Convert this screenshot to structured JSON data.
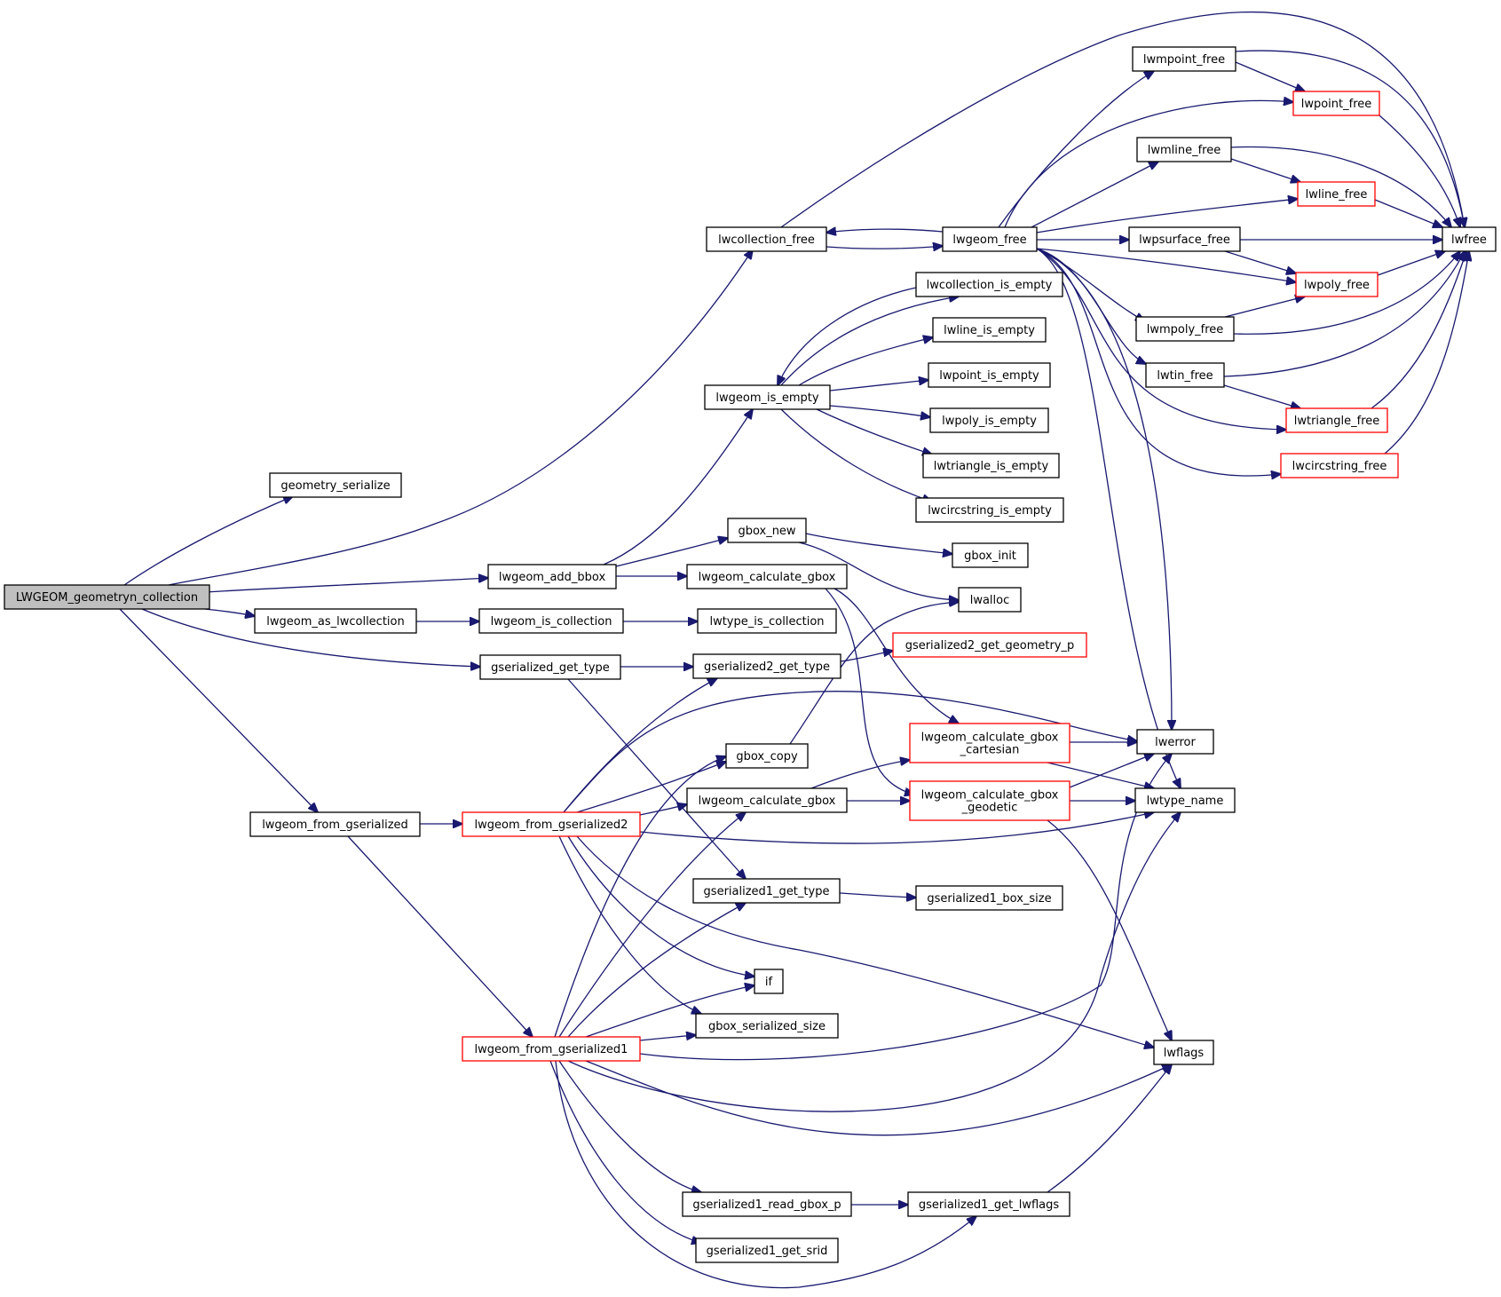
{
  "graph": {
    "colors": {
      "edge": "#191970",
      "node_border": "#000000",
      "node_border_red": "#ff0000",
      "root_fill": "#bfbfbf",
      "background": "#ffffff"
    },
    "nodes": [
      {
        "id": "root",
        "label": "LWGEOM_geometryn_collection",
        "root": true
      },
      {
        "id": "geometry_serialize",
        "label": "geometry_serialize"
      },
      {
        "id": "lwcollection_free",
        "label": "lwcollection_free"
      },
      {
        "id": "lwgeom_add_bbox",
        "label": "lwgeom_add_bbox"
      },
      {
        "id": "lwgeom_as_lwcollection",
        "label": "lwgeom_as_lwcollection"
      },
      {
        "id": "gserialized_get_type",
        "label": "gserialized_get_type"
      },
      {
        "id": "lwgeom_from_gserialized",
        "label": "lwgeom_from_gserialized"
      },
      {
        "id": "lwgeom_from_gserialized2",
        "label": "lwgeom_from_gserialized2",
        "red": true
      },
      {
        "id": "lwgeom_from_gserialized1",
        "label": "lwgeom_from_gserialized1",
        "red": true
      },
      {
        "id": "lwgeom_is_empty",
        "label": "lwgeom_is_empty"
      },
      {
        "id": "gbox_new",
        "label": "gbox_new"
      },
      {
        "id": "lwgeom_calculate_gbox1",
        "label": "lwgeom_calculate_gbox"
      },
      {
        "id": "lwgeom_is_collection",
        "label": "lwgeom_is_collection"
      },
      {
        "id": "gserialized2_get_type",
        "label": "gserialized2_get_type"
      },
      {
        "id": "gbox_copy",
        "label": "gbox_copy"
      },
      {
        "id": "lwgeom_calculate_gbox2",
        "label": "lwgeom_calculate_gbox"
      },
      {
        "id": "gserialized1_get_type",
        "label": "gserialized1_get_type"
      },
      {
        "id": "if",
        "label": "if"
      },
      {
        "id": "gbox_serialized_size",
        "label": "gbox_serialized_size"
      },
      {
        "id": "gserialized1_read_gbox_p",
        "label": "gserialized1_read_gbox_p"
      },
      {
        "id": "gserialized1_get_srid",
        "label": "gserialized1_get_srid"
      },
      {
        "id": "lwgeom_free",
        "label": "lwgeom_free"
      },
      {
        "id": "lwcollection_is_empty",
        "label": "lwcollection_is_empty"
      },
      {
        "id": "lwline_is_empty",
        "label": "lwline_is_empty"
      },
      {
        "id": "lwpoint_is_empty",
        "label": "lwpoint_is_empty"
      },
      {
        "id": "lwpoly_is_empty",
        "label": "lwpoly_is_empty"
      },
      {
        "id": "lwtriangle_is_empty",
        "label": "lwtriangle_is_empty"
      },
      {
        "id": "lwcircstring_is_empty",
        "label": "lwcircstring_is_empty"
      },
      {
        "id": "gbox_init",
        "label": "gbox_init"
      },
      {
        "id": "lwalloc",
        "label": "lwalloc"
      },
      {
        "id": "lwtype_is_collection",
        "label": "lwtype_is_collection"
      },
      {
        "id": "gserialized2_get_geometry_p",
        "label": "gserialized2_get_geometry_p",
        "red": true
      },
      {
        "id": "lwgeom_calculate_gbox_cartesian",
        "label": "lwgeom_calculate_gbox\n_cartesian",
        "red": true
      },
      {
        "id": "lwgeom_calculate_gbox_geodetic",
        "label": "lwgeom_calculate_gbox\n_geodetic",
        "red": true
      },
      {
        "id": "gserialized1_box_size",
        "label": "gserialized1_box_size"
      },
      {
        "id": "gserialized1_get_lwflags",
        "label": "gserialized1_get_lwflags"
      },
      {
        "id": "lwmpoint_free",
        "label": "lwmpoint_free"
      },
      {
        "id": "lwmline_free",
        "label": "lwmline_free"
      },
      {
        "id": "lwpsurface_free",
        "label": "lwpsurface_free"
      },
      {
        "id": "lwmpoly_free",
        "label": "lwmpoly_free"
      },
      {
        "id": "lwtin_free",
        "label": "lwtin_free"
      },
      {
        "id": "lwerror",
        "label": "lwerror"
      },
      {
        "id": "lwtype_name",
        "label": "lwtype_name"
      },
      {
        "id": "lwflags",
        "label": "lwflags"
      },
      {
        "id": "lwpoint_free",
        "label": "lwpoint_free",
        "red": true
      },
      {
        "id": "lwline_free",
        "label": "lwline_free",
        "red": true
      },
      {
        "id": "lwpoly_free",
        "label": "lwpoly_free",
        "red": true
      },
      {
        "id": "lwtriangle_free",
        "label": "lwtriangle_free",
        "red": true
      },
      {
        "id": "lwcircstring_free",
        "label": "lwcircstring_free",
        "red": true
      },
      {
        "id": "lwfree",
        "label": "lwfree"
      }
    ],
    "edges": [
      [
        "root",
        "geometry_serialize"
      ],
      [
        "root",
        "lwcollection_free"
      ],
      [
        "root",
        "lwgeom_add_bbox"
      ],
      [
        "root",
        "lwgeom_as_lwcollection"
      ],
      [
        "root",
        "gserialized_get_type"
      ],
      [
        "root",
        "lwgeom_from_gserialized"
      ],
      [
        "lwcollection_free",
        "lwgeom_free"
      ],
      [
        "lwcollection_free",
        "lwfree"
      ],
      [
        "lwgeom_free",
        "lwcollection_free"
      ],
      [
        "lwgeom_free",
        "lwmpoint_free"
      ],
      [
        "lwgeom_free",
        "lwpoint_free"
      ],
      [
        "lwgeom_free",
        "lwmline_free"
      ],
      [
        "lwgeom_free",
        "lwline_free"
      ],
      [
        "lwgeom_free",
        "lwpsurface_free"
      ],
      [
        "lwgeom_free",
        "lwpoly_free"
      ],
      [
        "lwgeom_free",
        "lwmpoly_free"
      ],
      [
        "lwgeom_free",
        "lwtin_free"
      ],
      [
        "lwgeom_free",
        "lwtriangle_free"
      ],
      [
        "lwgeom_free",
        "lwcircstring_free"
      ],
      [
        "lwgeom_free",
        "lwerror"
      ],
      [
        "lwgeom_free",
        "lwtype_name"
      ],
      [
        "lwmpoint_free",
        "lwpoint_free"
      ],
      [
        "lwmpoint_free",
        "lwfree"
      ],
      [
        "lwpoint_free",
        "lwfree"
      ],
      [
        "lwmline_free",
        "lwline_free"
      ],
      [
        "lwmline_free",
        "lwfree"
      ],
      [
        "lwline_free",
        "lwfree"
      ],
      [
        "lwpsurface_free",
        "lwpoly_free"
      ],
      [
        "lwpsurface_free",
        "lwfree"
      ],
      [
        "lwpoly_free",
        "lwfree"
      ],
      [
        "lwmpoly_free",
        "lwpoly_free"
      ],
      [
        "lwmpoly_free",
        "lwfree"
      ],
      [
        "lwtin_free",
        "lwtriangle_free"
      ],
      [
        "lwtin_free",
        "lwfree"
      ],
      [
        "lwtriangle_free",
        "lwfree"
      ],
      [
        "lwcircstring_free",
        "lwfree"
      ],
      [
        "lwgeom_add_bbox",
        "lwgeom_is_empty"
      ],
      [
        "lwgeom_add_bbox",
        "gbox_new"
      ],
      [
        "lwgeom_add_bbox",
        "lwgeom_calculate_gbox1"
      ],
      [
        "lwgeom_is_empty",
        "lwcollection_is_empty"
      ],
      [
        "lwcollection_is_empty",
        "lwgeom_is_empty"
      ],
      [
        "lwgeom_is_empty",
        "lwline_is_empty"
      ],
      [
        "lwgeom_is_empty",
        "lwpoint_is_empty"
      ],
      [
        "lwgeom_is_empty",
        "lwpoly_is_empty"
      ],
      [
        "lwgeom_is_empty",
        "lwtriangle_is_empty"
      ],
      [
        "lwgeom_is_empty",
        "lwcircstring_is_empty"
      ],
      [
        "gbox_new",
        "gbox_init"
      ],
      [
        "gbox_new",
        "lwalloc"
      ],
      [
        "lwgeom_calculate_gbox1",
        "lwgeom_calculate_gbox_cartesian"
      ],
      [
        "lwgeom_calculate_gbox1",
        "lwgeom_calculate_gbox_geodetic"
      ],
      [
        "lwgeom_as_lwcollection",
        "lwgeom_is_collection"
      ],
      [
        "lwgeom_is_collection",
        "lwtype_is_collection"
      ],
      [
        "gserialized_get_type",
        "gserialized2_get_type"
      ],
      [
        "gserialized_get_type",
        "gserialized1_get_type"
      ],
      [
        "gserialized2_get_type",
        "gserialized2_get_geometry_p"
      ],
      [
        "gbox_copy",
        "lwalloc"
      ],
      [
        "lwgeom_calculate_gbox_cartesian",
        "lwerror"
      ],
      [
        "lwgeom_calculate_gbox_cartesian",
        "lwtype_name"
      ],
      [
        "lwgeom_calculate_gbox_geodetic",
        "lwerror"
      ],
      [
        "lwgeom_calculate_gbox_geodetic",
        "lwtype_name"
      ],
      [
        "lwgeom_calculate_gbox_geodetic",
        "lwflags"
      ],
      [
        "lwgeom_calculate_gbox2",
        "lwgeom_calculate_gbox_cartesian"
      ],
      [
        "lwgeom_calculate_gbox2",
        "lwgeom_calculate_gbox_geodetic"
      ],
      [
        "gserialized1_get_type",
        "gserialized1_box_size"
      ],
      [
        "lwgeom_from_gserialized",
        "lwgeom_from_gserialized2"
      ],
      [
        "lwgeom_from_gserialized",
        "lwgeom_from_gserialized1"
      ],
      [
        "lwgeom_from_gserialized2",
        "gserialized2_get_type"
      ],
      [
        "lwgeom_from_gserialized2",
        "lwerror"
      ],
      [
        "lwgeom_from_gserialized2",
        "gbox_copy"
      ],
      [
        "lwgeom_from_gserialized2",
        "lwgeom_calculate_gbox2"
      ],
      [
        "lwgeom_from_gserialized2",
        "lwtype_name"
      ],
      [
        "lwgeom_from_gserialized2",
        "if"
      ],
      [
        "lwgeom_from_gserialized2",
        "gbox_serialized_size"
      ],
      [
        "lwgeom_from_gserialized2",
        "lwflags"
      ],
      [
        "lwgeom_from_gserialized1",
        "gbox_copy"
      ],
      [
        "lwgeom_from_gserialized1",
        "lwgeom_calculate_gbox2"
      ],
      [
        "lwgeom_from_gserialized1",
        "gserialized1_get_type"
      ],
      [
        "lwgeom_from_gserialized1",
        "if"
      ],
      [
        "lwgeom_from_gserialized1",
        "gbox_serialized_size"
      ],
      [
        "lwgeom_from_gserialized1",
        "lwerror"
      ],
      [
        "lwgeom_from_gserialized1",
        "lwtype_name"
      ],
      [
        "lwgeom_from_gserialized1",
        "lwflags"
      ],
      [
        "lwgeom_from_gserialized1",
        "gserialized1_read_gbox_p"
      ],
      [
        "lwgeom_from_gserialized1",
        "gserialized1_get_srid"
      ],
      [
        "lwgeom_from_gserialized1",
        "gserialized1_get_lwflags"
      ],
      [
        "gserialized1_read_gbox_p",
        "gserialized1_get_lwflags"
      ],
      [
        "gserialized1_get_lwflags",
        "lwflags"
      ]
    ]
  }
}
